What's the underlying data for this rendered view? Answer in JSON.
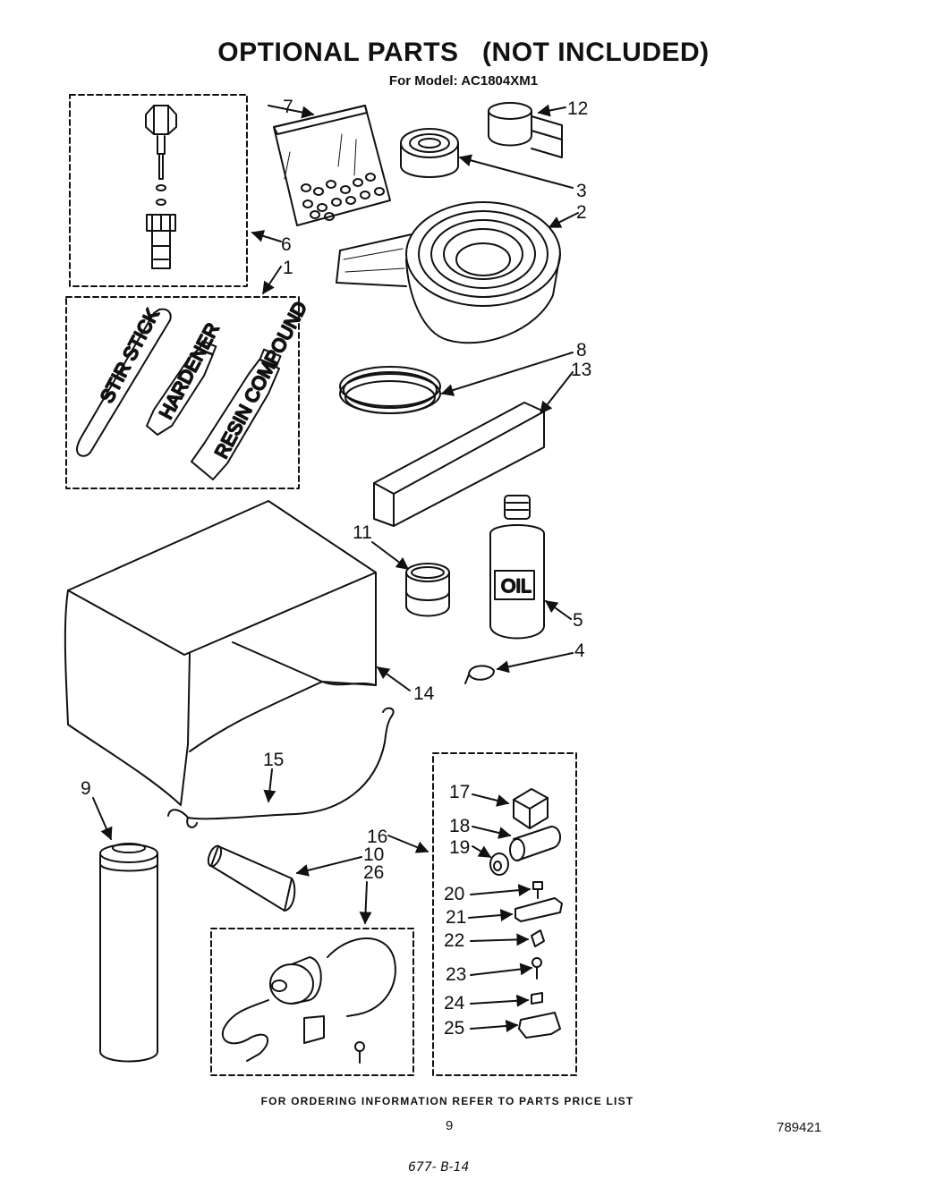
{
  "header": {
    "title": "OPTIONAL PARTS   (NOT INCLUDED)",
    "subtitle": "For Model: AC1804XM1"
  },
  "parts": [
    {
      "num": "1"
    },
    {
      "num": "2"
    },
    {
      "num": "3"
    },
    {
      "num": "4"
    },
    {
      "num": "5"
    },
    {
      "num": "6"
    },
    {
      "num": "7"
    },
    {
      "num": "8"
    },
    {
      "num": "9"
    },
    {
      "num": "10"
    },
    {
      "num": "11"
    },
    {
      "num": "12"
    },
    {
      "num": "13"
    },
    {
      "num": "14"
    },
    {
      "num": "15"
    },
    {
      "num": "16"
    },
    {
      "num": "17"
    },
    {
      "num": "18"
    },
    {
      "num": "19"
    },
    {
      "num": "20"
    },
    {
      "num": "21"
    },
    {
      "num": "22"
    },
    {
      "num": "23"
    },
    {
      "num": "24"
    },
    {
      "num": "25"
    },
    {
      "num": "26"
    }
  ],
  "item_labels": {
    "stir_stick": "STIR STICK",
    "hardener": "HARDENER",
    "resin": "RESIN COMPOUND",
    "oil": "OIL"
  },
  "footer": {
    "ordering": "FOR ORDERING INFORMATION REFER TO PARTS PRICE LIST",
    "page_number": "9",
    "doc_number": "789421",
    "handwritten": "677- B-14"
  }
}
